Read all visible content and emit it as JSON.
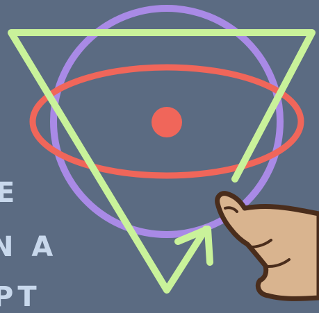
{
  "text_fragments": [
    "E",
    "N A",
    "PT"
  ],
  "colors": {
    "background": "#5b6b82",
    "circle": "#a98ae6",
    "ellipse": "#f0665a",
    "center_dot": "#f0665a",
    "triangle": "#c9f29a",
    "text": "#c8d8ec",
    "hand_fill": "#d9b48f",
    "hand_outline": "#4a2d1c"
  },
  "icons": {
    "triangle": "inverted-triangle-arrow",
    "circle": "circle-outline",
    "ellipse": "ellipse-orbit",
    "dot": "center-dot",
    "hand": "pointing-hand"
  }
}
